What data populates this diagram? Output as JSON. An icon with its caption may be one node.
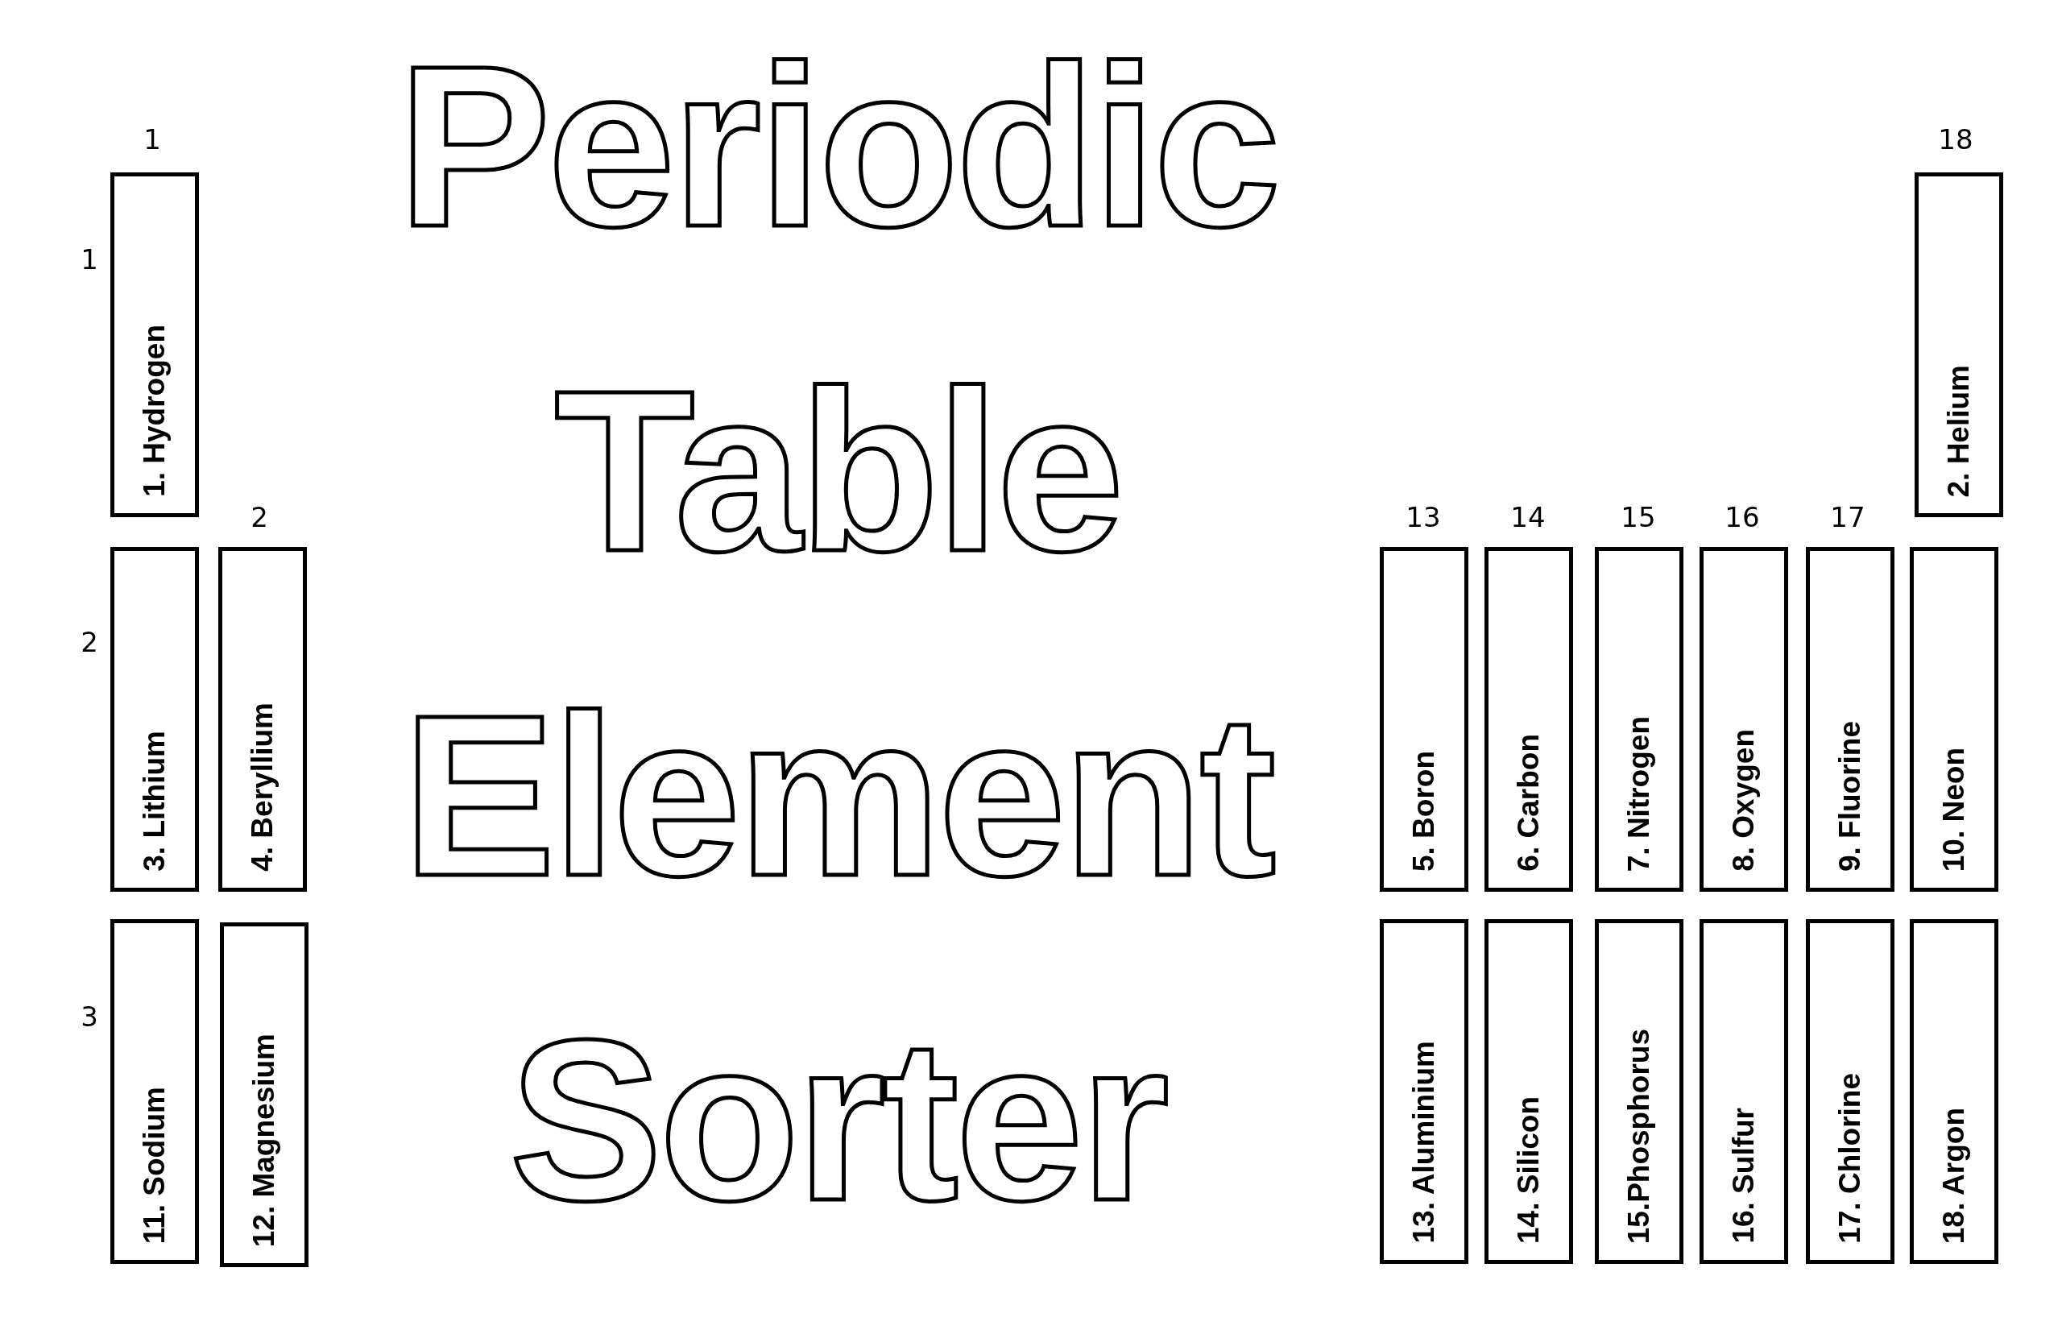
{
  "diagram": {
    "title": "Periodic Table Element Sorter",
    "nodes": [
      {
        "text": [
          "1. Hydrogen"
        ]
      },
      {
        "text": [
          "2. Helium"
        ]
      },
      {
        "text": [
          "3. Lithium"
        ]
      },
      {
        "text": [
          "4. Beryllium"
        ]
      },
      {
        "text": [
          "5. Boron"
        ]
      },
      {
        "text": [
          "6. Carbon"
        ]
      },
      {
        "text": [
          "7. Nitrogen"
        ]
      },
      {
        "text": [
          "8. Oxygen"
        ]
      },
      {
        "text": [
          "9. Fluorine"
        ]
      },
      {
        "text": [
          "10. Neon"
        ]
      },
      {
        "text": [
          "11. Sodium"
        ]
      },
      {
        "text": [
          "12. Magnesium"
        ]
      },
      {
        "text": [
          "13. Aluminium"
        ]
      },
      {
        "text": [
          "14. Silicon"
        ]
      },
      {
        "text": [
          "15.Phosphorus"
        ]
      },
      {
        "text": [
          "16. Sulfur"
        ]
      },
      {
        "text": [
          "17. Chlorine"
        ]
      },
      {
        "text": [
          "18. Argon"
        ]
      }
    ],
    "labels": [
      "1",
      "18",
      "1",
      "2",
      "13",
      "14",
      "15",
      "16",
      "17",
      "2",
      "3"
    ]
  }
}
